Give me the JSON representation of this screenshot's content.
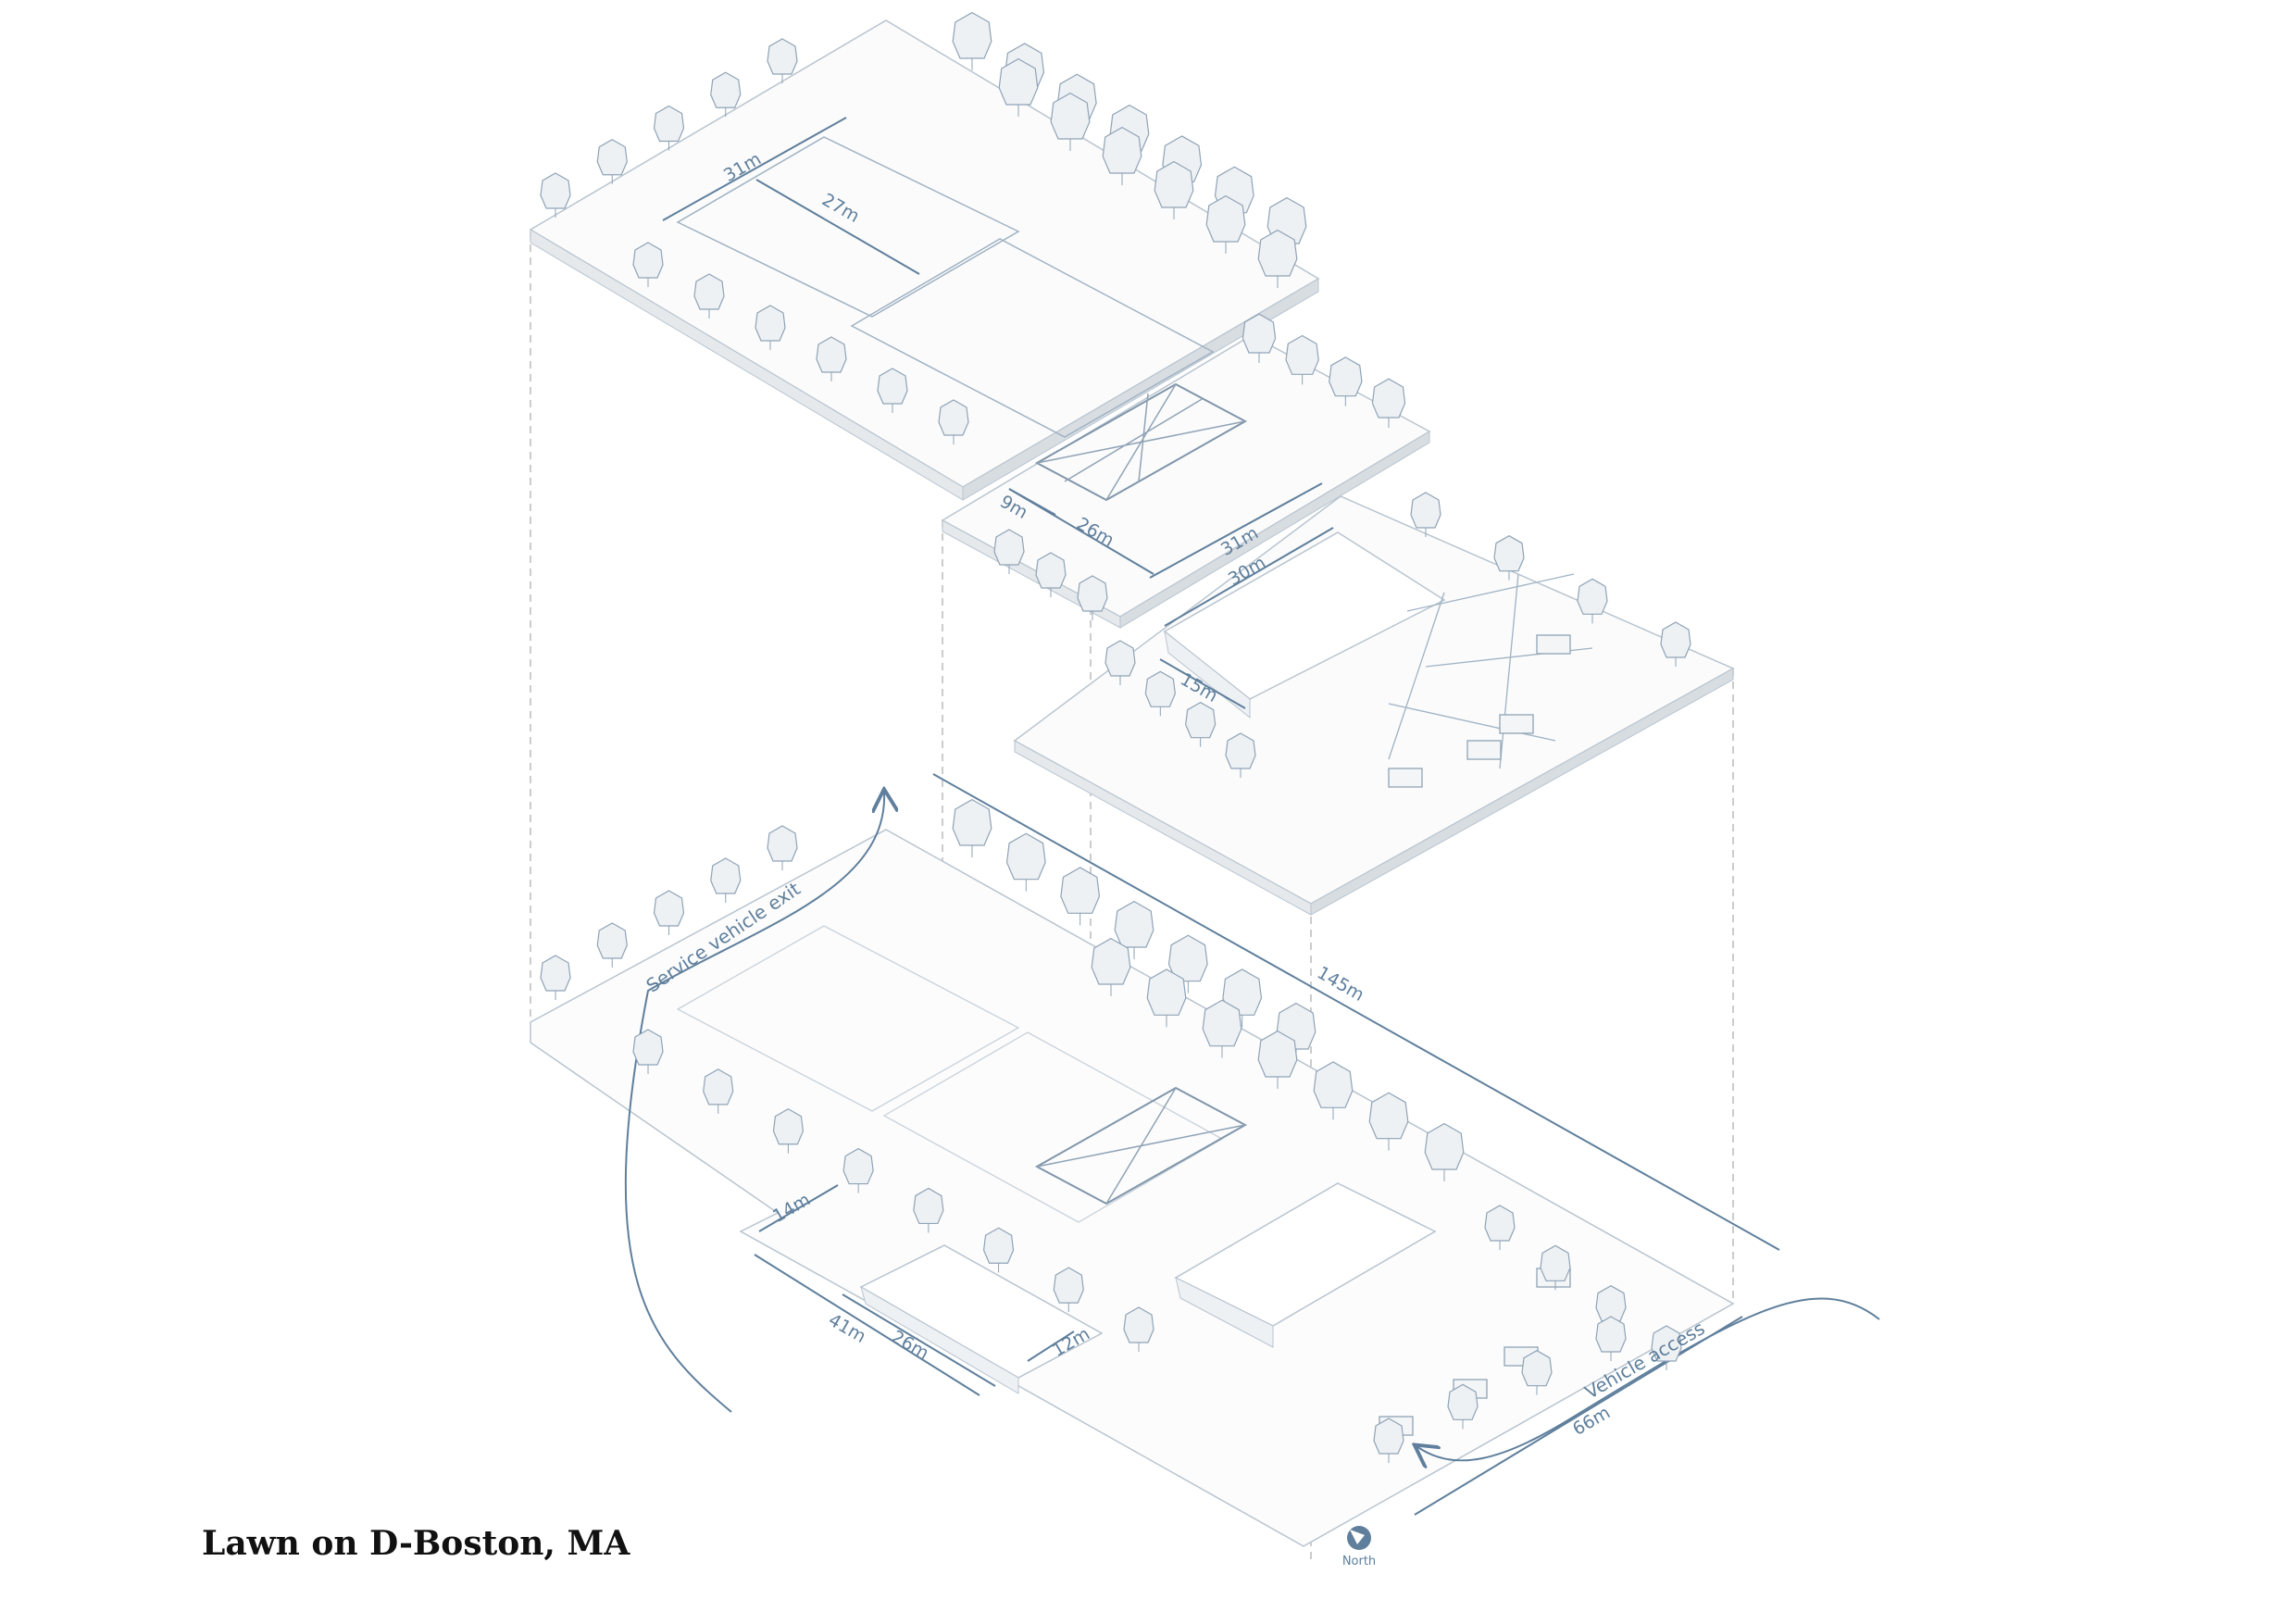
{
  "title": "Lawn on D-Boston, MA",
  "north_label": "North",
  "colors": {
    "accent": "#5f7f9c",
    "figure": "#4f6f8f",
    "line": "#b8c4cf"
  },
  "layers": {
    "lawn": {
      "dims": [
        "31m",
        "27m"
      ]
    },
    "canopy": {
      "dims": [
        "9m",
        "26m",
        "31m"
      ]
    },
    "pavilion": {
      "dims": [
        "30m",
        "15m"
      ]
    },
    "site": {
      "dims": [
        "145m",
        "14m",
        "41m",
        "26m",
        "12m",
        "66m"
      ],
      "service_exit": "Service vehicle exit",
      "vehicle_access": "Vehicle access"
    }
  }
}
